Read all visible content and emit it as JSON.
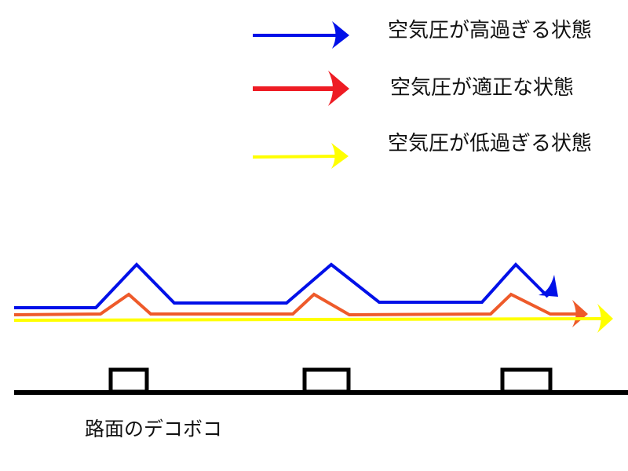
{
  "legend": [
    {
      "label": "空気圧が高過ぎる状態",
      "color": "#0010e8"
    },
    {
      "label": "空気圧が適正な状態",
      "color": "#ee1c24"
    },
    {
      "label": "空気圧が低過ぎる状態",
      "color": "#ffff00"
    }
  ],
  "paths": {
    "high_color": "#0010e8",
    "proper_color": "#ee5a2a",
    "low_color": "#ffff00"
  },
  "road": {
    "label": "路面のデコボコ",
    "color": "#000000"
  }
}
